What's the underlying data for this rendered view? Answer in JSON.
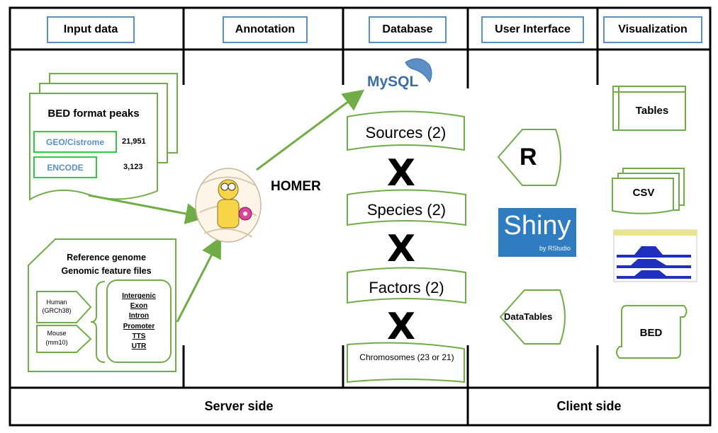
{
  "columns": [
    {
      "label": "Input data"
    },
    {
      "label": "Annotation"
    },
    {
      "label": "Database"
    },
    {
      "label": "User Interface"
    },
    {
      "label": "Visualization"
    }
  ],
  "footer": {
    "server": "Server side",
    "client": "Client side"
  },
  "input": {
    "bed_title": "BED format peaks",
    "sources": [
      {
        "name": "GEO/Cistrome",
        "count": "21,951"
      },
      {
        "name": "ENCODE",
        "count": "3,123"
      }
    ],
    "reference_title_1": "Reference genome",
    "reference_title_2": "Genomic feature files",
    "genomes": [
      {
        "name": "Human",
        "build": "(GRCh38)"
      },
      {
        "name": "Mouse",
        "build": "(mm10)"
      }
    ],
    "features": [
      "Intergenic",
      "Exon",
      "Intron",
      "Promoter",
      "TTS",
      "UTR"
    ]
  },
  "annotation": {
    "tool": "HOMER"
  },
  "database": {
    "engine": "MySQL",
    "dimensions": [
      "Sources (2)",
      "Species (2)",
      "Factors (2)",
      "Chromosomes (23 or 21)"
    ],
    "times": "X"
  },
  "ui": {
    "r": "R",
    "shiny": "Shiny",
    "shiny_sub": "by RStudio",
    "datatables": "DataTables"
  },
  "viz": {
    "tables": "Tables",
    "csv": "CSV",
    "bed": "BED"
  },
  "colors": {
    "green": "#70ad47",
    "blue": "#5b8fc5",
    "shiny_bg": "#2f7cc1"
  }
}
